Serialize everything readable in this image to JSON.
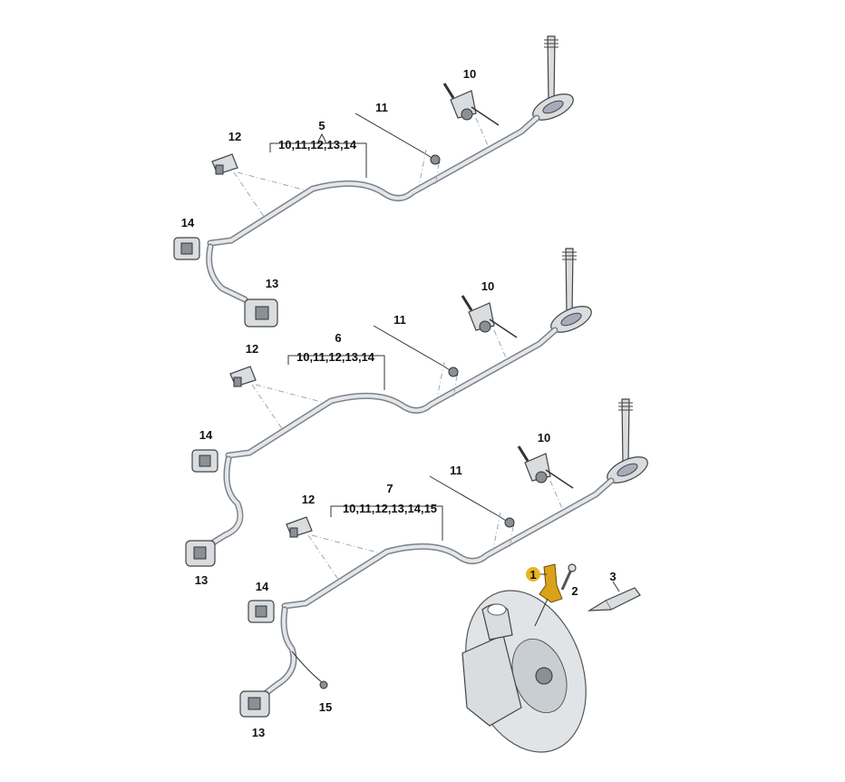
{
  "diagram": {
    "groups": [
      {
        "harness": "5",
        "contents": "10,11,12,13,14",
        "clip": "10",
        "tie": "11",
        "holder": "12",
        "connector_a": "14",
        "connector_b": "13"
      },
      {
        "harness": "6",
        "contents": "10,11,12,13,14",
        "clip": "10",
        "tie": "11",
        "holder": "12",
        "connector_a": "14",
        "connector_b": "13"
      },
      {
        "harness": "7",
        "contents": "10,11,12,13,14,15",
        "clip": "10",
        "tie": "11",
        "holder": "12",
        "connector_a": "14",
        "connector_b": "13",
        "ground": "15"
      }
    ],
    "sensor": "1",
    "bolt": "2",
    "grease": "3",
    "colors": {
      "highlight": "#e8b720",
      "sensor": "#d9a21a",
      "cable": "#7d8288"
    }
  }
}
